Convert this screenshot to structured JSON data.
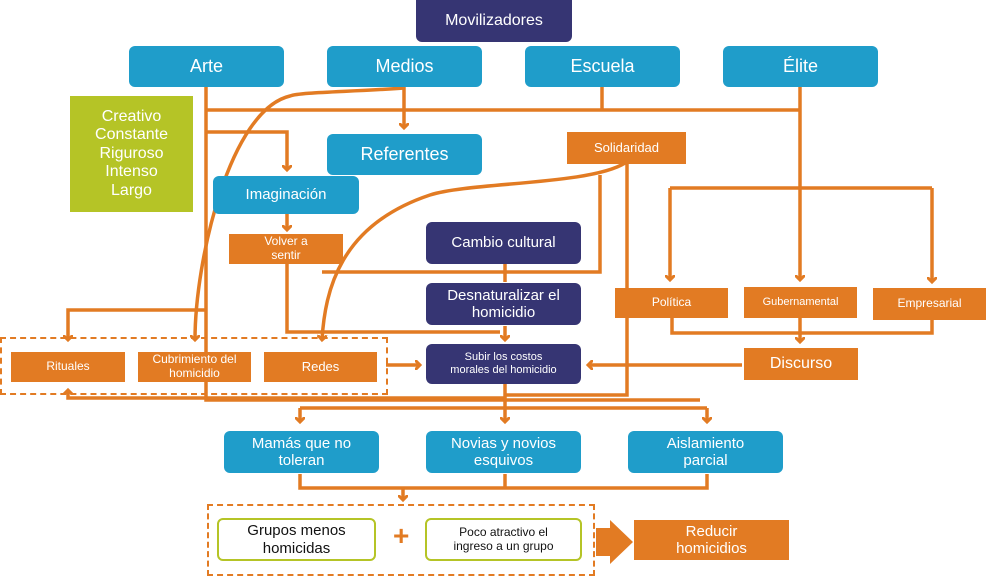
{
  "diagram": {
    "mobilizers": "Movilizadores",
    "sources": [
      "Arte",
      "Medios",
      "Escuela",
      "Élite"
    ],
    "qualities": [
      "Creativo",
      "Constante",
      "Riguroso",
      "Intenso",
      "Largo"
    ],
    "referentes": "Referentes",
    "solidaridad": "Solidaridad",
    "imaginacion": "Imaginación",
    "volver_a_sentir": "Volver a sentir",
    "cambio_cultural": "Cambio cultural",
    "desnaturalizar": "Desnaturalizar el homicidio",
    "subir_costos": "Subir los costos morales del homicidio",
    "practices": [
      "Rituales",
      "Cubrimiento del homicidio",
      "Redes"
    ],
    "elite_types": [
      "Política",
      "Gubernamental",
      "Empresarial"
    ],
    "discurso": "Discurso",
    "effects": [
      "Mamás que no toleran",
      "Novias y novios esquivos",
      "Aislamiento parcial"
    ],
    "outcome_left": "Grupos menos homicidas",
    "plus_sign": "+",
    "outcome_right": "Poco atractivo el ingreso a un grupo",
    "final": "Reducir homicidios"
  },
  "colors": {
    "navy": "#363573",
    "blue": "#1f9dca",
    "orange": "#e27b23",
    "lime": "#b5c426"
  }
}
